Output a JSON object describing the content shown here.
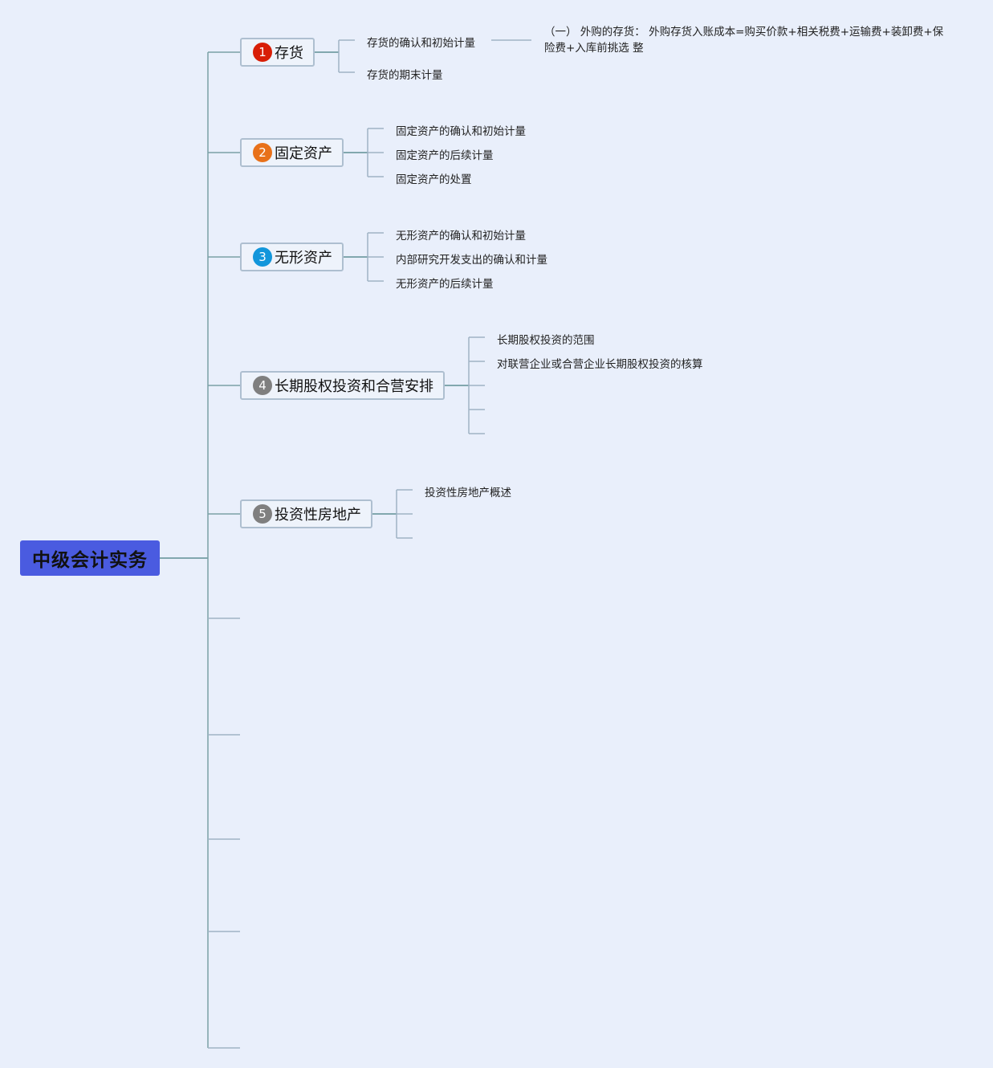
{
  "root": {
    "label": "中级会计实务"
  },
  "branches": [
    {
      "number": "1",
      "label": "存货",
      "badge_color": "#d81e06",
      "children": [
        "存货的确认和初始计量",
        "存货的期末计量"
      ],
      "note": "（一） 外购的存货： 外购存货入账成本=购买价款+相关税费+运输费+装卸费+保险费+入库前挑选 整"
    },
    {
      "number": "2",
      "label": "固定资产",
      "badge_color": "#e8711a",
      "children": [
        "固定资产的确认和初始计量",
        "固定资产的后续计量",
        "固定资产的处置"
      ]
    },
    {
      "number": "3",
      "label": "无形资产",
      "badge_color": "#1296db",
      "children": [
        "无形资产的确认和初始计量",
        "内部研究开发支出的确认和计量",
        "无形资产的后续计量"
      ]
    },
    {
      "number": "4",
      "label": "长期股权投资和合营安排",
      "badge_color": "#7f7f7f",
      "children": [
        "长期股权投资的范围",
        "对联营企业或合营企业长期股权投资的核算"
      ]
    },
    {
      "number": "5",
      "label": "投资性房地产",
      "badge_color": "#7f7f7f",
      "children": [
        "投资性房地产概述"
      ]
    }
  ],
  "colors": {
    "background": "#e9effb",
    "root_fill": "#4a5be0",
    "trunk_line": "#5f8f95",
    "branch_line": "#9fb3c4"
  }
}
